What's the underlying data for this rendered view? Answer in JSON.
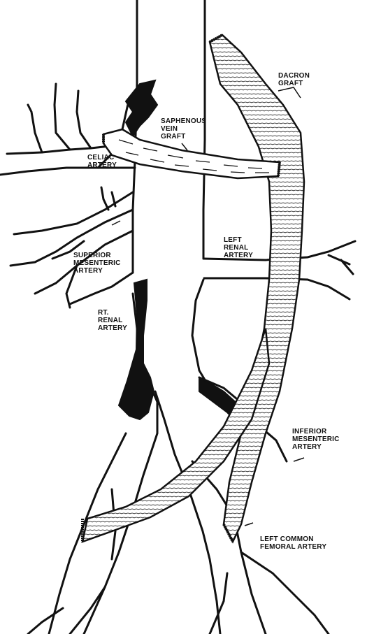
{
  "colors": {
    "line": "#111111",
    "vein_fill": "#111111",
    "graft_fill": "#ffffff",
    "background": "#ffffff"
  },
  "labels": {
    "dacron_graft": [
      "DACRON",
      "GRAFT"
    ],
    "saphenous_vein_graft": [
      "SAPHENOUS",
      "VEIN",
      "GRAFT"
    ],
    "celiac_artery": [
      "CELIAC",
      "ARTERY"
    ],
    "left_renal_artery": [
      "LEFT",
      "RENAL",
      "ARTERY"
    ],
    "superior_mesenteric_artery": [
      "SUPERIOR",
      "MESENTERIC",
      "ARTERY"
    ],
    "rt_renal_artery": [
      "RT.",
      "RENAL",
      "ARTERY"
    ],
    "inferior_mesenteric_artery": [
      "INFERIOR",
      "MESENTERIC",
      "ARTERY"
    ],
    "left_common_femoral_artery": [
      "LEFT COMMON",
      "FEMORAL ARTERY"
    ]
  }
}
